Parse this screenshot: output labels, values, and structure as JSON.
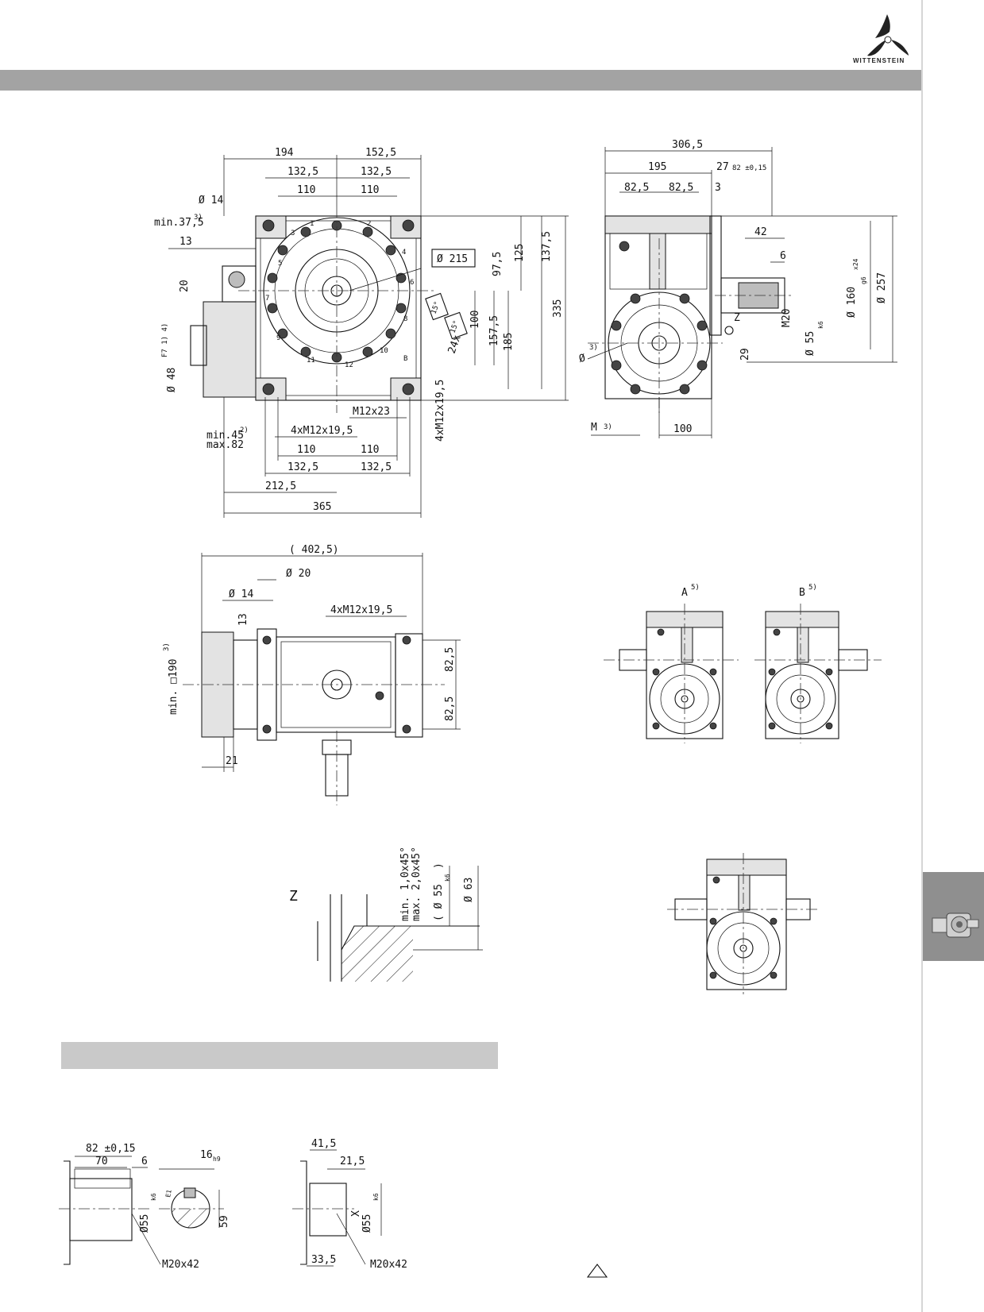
{
  "brand": {
    "name": "WITTENSTEIN"
  },
  "view_top": {
    "dims": [
      "194",
      "152,5",
      "132,5",
      "132,5",
      "110",
      "110",
      "Ø 14",
      "min.37,5",
      "3)",
      "13",
      "20",
      "Ø 48",
      "F7 1) 4)",
      "Ø 215",
      "97,5",
      "125",
      "137,5",
      "335",
      "15°",
      "15°",
      "24x",
      "100",
      "157,5",
      "185",
      "4xM12x19,5",
      "M12x23",
      "4xM12x19,5",
      "min.45",
      "2)",
      "max.82",
      "110",
      "110",
      "132,5",
      "132,5",
      "212,5",
      "365"
    ],
    "hole_numbers": [
      "1",
      "2",
      "3",
      "4",
      "5",
      "6",
      "7",
      "8",
      "9",
      "10",
      "11",
      "12",
      "B"
    ]
  },
  "view_side": {
    "dims": [
      "306,5",
      "195",
      "27",
      "82 ±0,15",
      "82,5",
      "82,5",
      "3",
      "42",
      "6",
      "Ø 160",
      "g6",
      "x24",
      "Ø 257",
      "Z",
      "M20",
      "Ø 55",
      "k6",
      "29",
      "Ø",
      "3)",
      "M",
      "3)",
      "100"
    ]
  },
  "view_bottom": {
    "dims": [
      "( 402,5)",
      "Ø 20",
      "Ø 14",
      "4xM12x19,5",
      "13",
      "min. □190",
      "3)",
      "82,5",
      "82,5",
      "21"
    ]
  },
  "view_ab": {
    "labels": [
      "A",
      "5)",
      "B",
      "5)"
    ]
  },
  "detail_z": {
    "label": "Z",
    "dims": [
      "min. 1,0x45°",
      "max. 2,0x45°",
      "( Ø 55",
      "k6",
      ")",
      "Ø 63"
    ]
  },
  "shaft_key": {
    "dims": [
      "82 ±0,15",
      "70",
      "6",
      "16",
      "h9",
      "E1",
      "Ø55",
      "k6",
      "59",
      "M20x42"
    ]
  },
  "shaft_smooth": {
    "dims": [
      "41,5",
      "21,5",
      "X",
      "Ø55",
      "k6",
      "33,5",
      "M20x42"
    ]
  }
}
